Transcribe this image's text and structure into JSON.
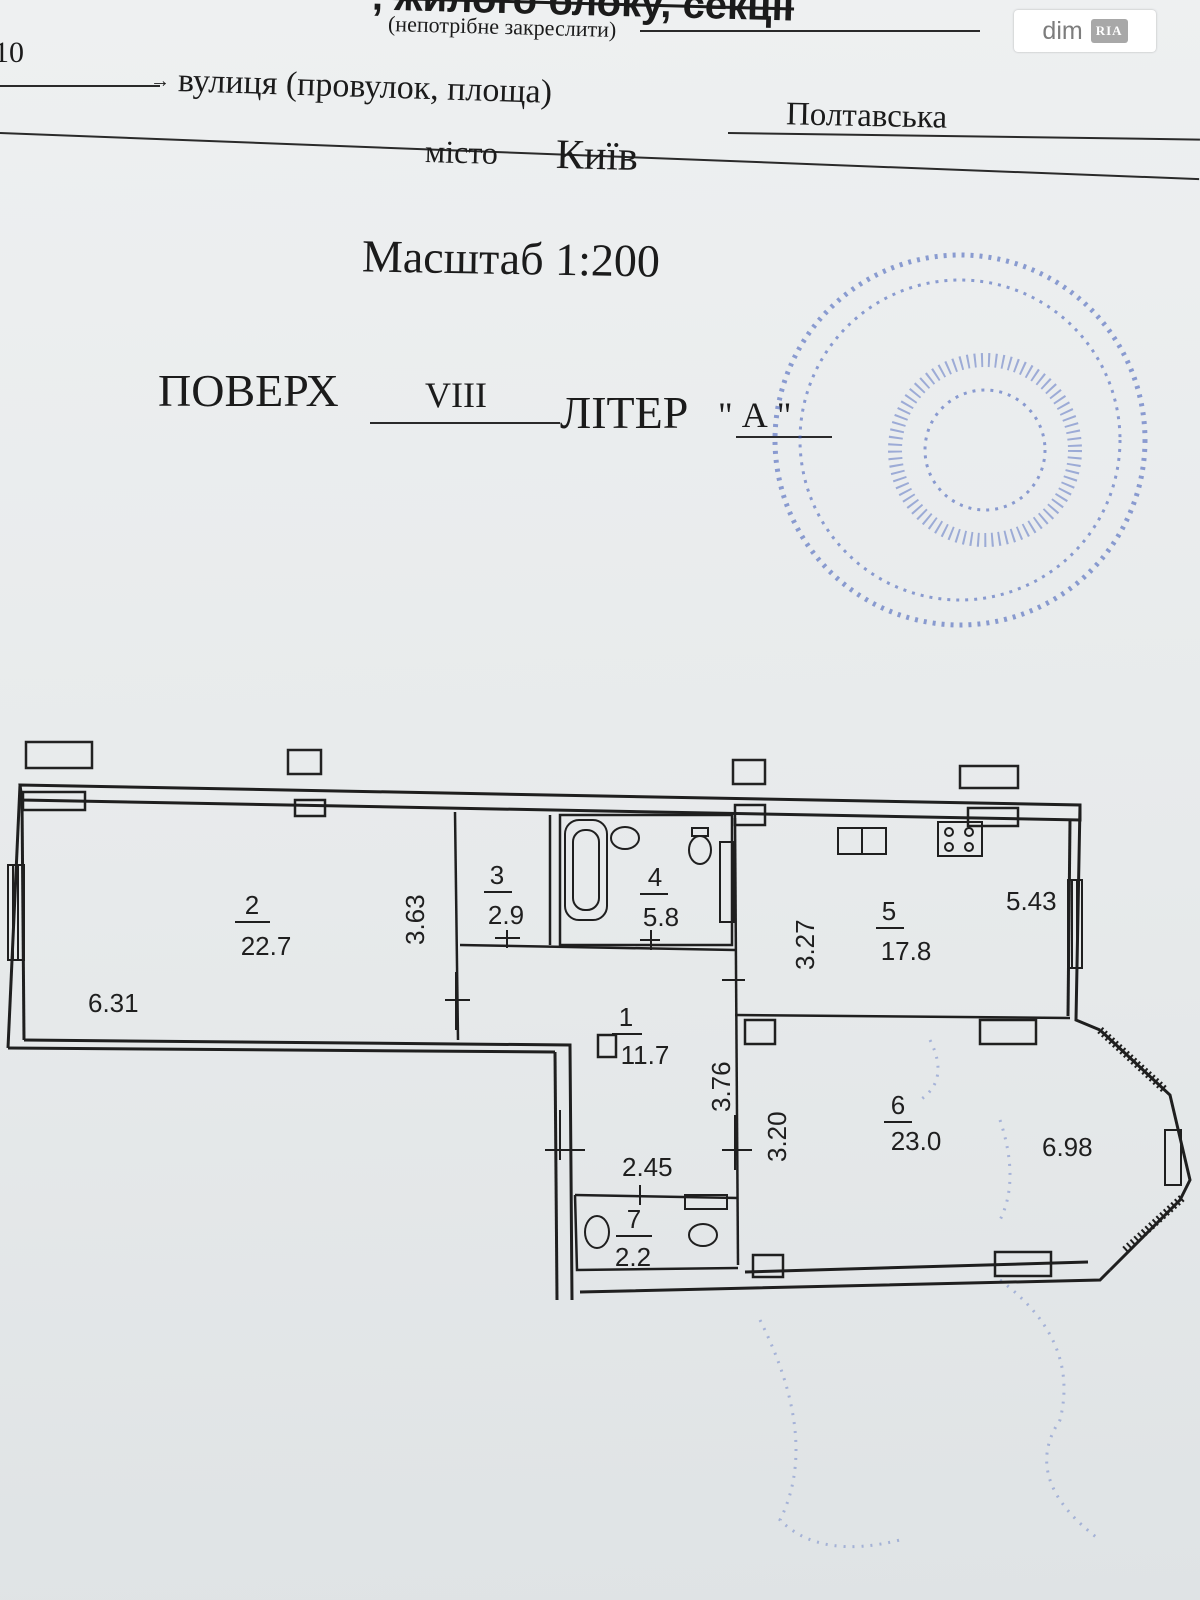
{
  "header": {
    "top_struck_text": ", жилого блоку, секції",
    "top_note": "(непотрібне закреслити)",
    "left_fragment": "10",
    "street_label": "вулиця (провулок, площа)",
    "street_value": "Полтавська",
    "city_label": "місто",
    "city_value": "Київ"
  },
  "watermark": {
    "text": "dim",
    "badge": "RIA"
  },
  "scale_text": "Масштаб 1:200",
  "floor": {
    "floor_label": "ПОВЕРХ",
    "floor_value": "VIII",
    "letter_label": "ЛІТЕР",
    "letter_value": "\" А \""
  },
  "plan": {
    "rooms": [
      {
        "number": "1",
        "area": "11.7"
      },
      {
        "number": "2",
        "area": "22.7"
      },
      {
        "number": "3",
        "area": "2.9"
      },
      {
        "number": "4",
        "area": "5.8"
      },
      {
        "number": "5",
        "area": "17.8"
      },
      {
        "number": "6",
        "area": "23.0"
      },
      {
        "number": "7",
        "area": "2.2"
      }
    ],
    "dimensions": [
      "6.31",
      "3.63",
      "3.27",
      "5.43",
      "3.76",
      "3.20",
      "6.98",
      "2.45"
    ]
  },
  "stamp_color": "#2f4fb0"
}
